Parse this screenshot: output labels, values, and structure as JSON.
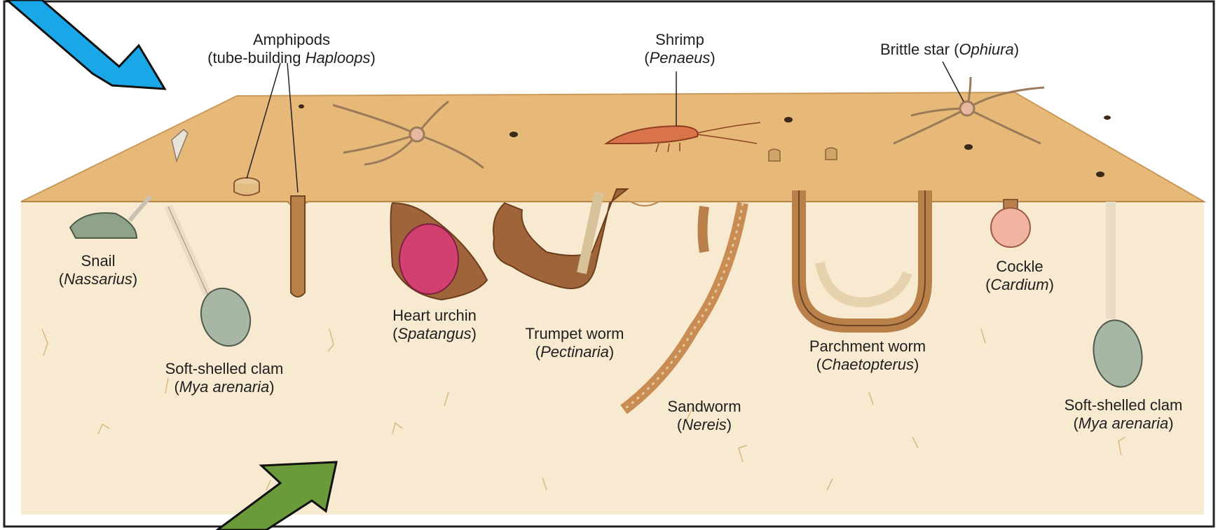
{
  "figure": {
    "colors": {
      "surface": "#e6b979",
      "sediment": "#f8ead0",
      "border": "#222222",
      "arrow_blue": "#1aa7e8",
      "arrow_green": "#6b9a3a",
      "tube_brown": "#b9804a"
    },
    "labels": {
      "amphipods": {
        "line1": "Amphipods",
        "line2_pre": "(tube-building ",
        "line2_italic": "Haploops",
        "line2_post": ")"
      },
      "shrimp": {
        "line1": "Shrimp",
        "line2_pre": "(",
        "line2_italic": "Penaeus",
        "line2_post": ")"
      },
      "brittle_star": {
        "pre": "Brittle star (",
        "italic": "Ophiura",
        "post": ")"
      },
      "snail": {
        "line1": "Snail",
        "line2_pre": "(",
        "line2_italic": "Nassarius",
        "line2_post": ")"
      },
      "clam_left": {
        "line1": "Soft-shelled clam",
        "line2_pre": "(",
        "line2_italic": "Mya arenaria",
        "line2_post": ")"
      },
      "heart_urchin": {
        "line1": "Heart urchin",
        "line2_pre": "(",
        "line2_italic": "Spatangus",
        "line2_post": ")"
      },
      "trumpet_worm": {
        "line1": "Trumpet worm",
        "line2_pre": "(",
        "line2_italic": "Pectinaria",
        "line2_post": ")"
      },
      "sandworm": {
        "line1": "Sandworm",
        "line2_pre": "(",
        "line2_italic": "Nereis",
        "line2_post": ")"
      },
      "parchment_worm": {
        "line1": "Parchment worm",
        "line2_pre": "(",
        "line2_italic": "Chaetopterus",
        "line2_post": ")"
      },
      "cockle": {
        "line1": "Cockle",
        "line2_pre": "(",
        "line2_italic": "Cardium",
        "line2_post": ")"
      },
      "clam_right": {
        "line1": "Soft-shelled clam",
        "line2_pre": "(",
        "line2_italic": "Mya arenaria",
        "line2_post": ")"
      }
    }
  }
}
